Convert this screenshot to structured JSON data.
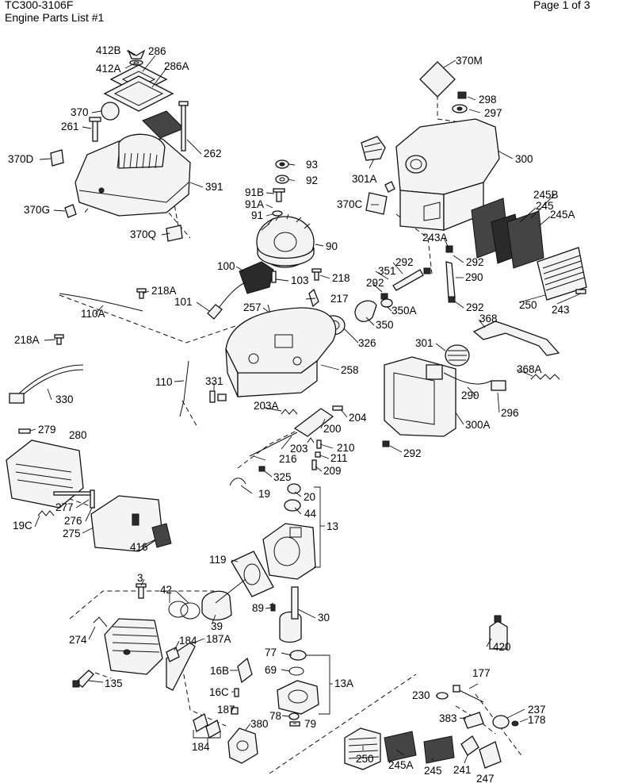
{
  "header": {
    "model": "TC300-3106F",
    "list_title": "Engine Parts List #1",
    "page": "Page 1 of 3"
  },
  "parts": [
    "412B",
    "412A",
    "286",
    "286A",
    "370M",
    "298",
    "297",
    "370",
    "261",
    "262",
    "370D",
    "300",
    "93",
    "92",
    "301A",
    "391",
    "91B",
    "91A",
    "91",
    "245B",
    "245",
    "245A",
    "370G",
    "370C",
    "370Q",
    "90",
    "243A",
    "292",
    "292b",
    "351",
    "292c",
    "290",
    "100",
    "103",
    "218",
    "218A",
    "217",
    "101",
    "257",
    "350A",
    "292d",
    "110A",
    "250",
    "243",
    "368",
    "218Ab",
    "326",
    "350",
    "301",
    "258",
    "368A",
    "110",
    "331",
    "290b",
    "296",
    "330",
    "203A",
    "204",
    "200",
    "300A",
    "279",
    "280",
    "203",
    "210",
    "211",
    "216",
    "292e",
    "209",
    "325",
    "19",
    "20",
    "277",
    "276",
    "44",
    "13",
    "19C",
    "275",
    "416",
    "119",
    "3",
    "42",
    "89",
    "30",
    "274",
    "39",
    "420",
    "184",
    "187A",
    "77",
    "16B",
    "69",
    "13A",
    "135",
    "16C",
    "177",
    "230",
    "187",
    "237",
    "178",
    "383",
    "79",
    "78",
    "380",
    "184b",
    "250b",
    "245Ab",
    "245b",
    "241",
    "247"
  ],
  "labels": {
    "412B": "412B",
    "412A": "412A",
    "286": "286",
    "286A": "286A",
    "370M": "370M",
    "298": "298",
    "297": "297",
    "370": "370",
    "261": "261",
    "262": "262",
    "370D": "370D",
    "300": "300",
    "93": "93",
    "92": "92",
    "301A": "301A",
    "391": "391",
    "91B": "91B",
    "91A": "91A",
    "91": "91",
    "245B": "245B",
    "245": "245",
    "245A": "245A",
    "370G": "370G",
    "370C": "370C",
    "370Q": "370Q",
    "90": "90",
    "243A": "243A",
    "292": "292",
    "292b": "292",
    "351": "351",
    "292c": "292",
    "290": "290",
    "100": "100",
    "103": "103",
    "218": "218",
    "218A": "218A",
    "217": "217",
    "101": "101",
    "257": "257",
    "350A": "350A",
    "292d": "292",
    "110A": "110A",
    "250": "250",
    "243": "243",
    "368": "368",
    "218Ab": "218A",
    "326": "326",
    "350": "350",
    "301": "301",
    "258": "258",
    "368A": "368A",
    "110": "110",
    "331": "331",
    "290b": "290",
    "296": "296",
    "330": "330",
    "203A": "203A",
    "204": "204",
    "200": "200",
    "300A": "300A",
    "279": "279",
    "280": "280",
    "203": "203",
    "210": "210",
    "211": "211",
    "216": "216",
    "292e": "292",
    "209": "209",
    "325": "325",
    "19": "19",
    "20": "20",
    "277": "277",
    "276": "276",
    "44": "44",
    "13": "13",
    "19C": "19C",
    "275": "275",
    "416": "416",
    "119": "119",
    "3": "3",
    "42": "42",
    "89": "89",
    "30": "30",
    "274": "274",
    "39": "39",
    "420": "420",
    "184": "184",
    "187A": "187A",
    "77": "77",
    "16B": "16B",
    "69": "69",
    "13A": "13A",
    "135": "135",
    "16C": "16C",
    "177": "177",
    "230": "230",
    "187": "187",
    "237": "237",
    "178": "178",
    "383": "383",
    "79": "79",
    "78": "78",
    "380": "380",
    "184b": "184",
    "250b": "250",
    "245Ab": "245A",
    "245b": "245",
    "241": "241",
    "247": "247"
  }
}
